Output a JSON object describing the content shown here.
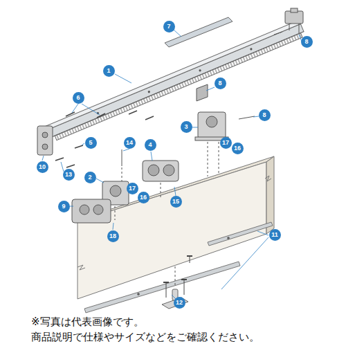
{
  "diagram": {
    "labels": [
      "7",
      "8",
      "1",
      "6",
      "8",
      "8",
      "3",
      "5",
      "17",
      "16",
      "14",
      "4",
      "10",
      "13",
      "2",
      "17",
      "16",
      "15",
      "9",
      "18",
      "11",
      "12",
      "※写真は代表画像です。",
      "商品説明で仕様やサイズなどをご確認ください。"
    ]
  }
}
